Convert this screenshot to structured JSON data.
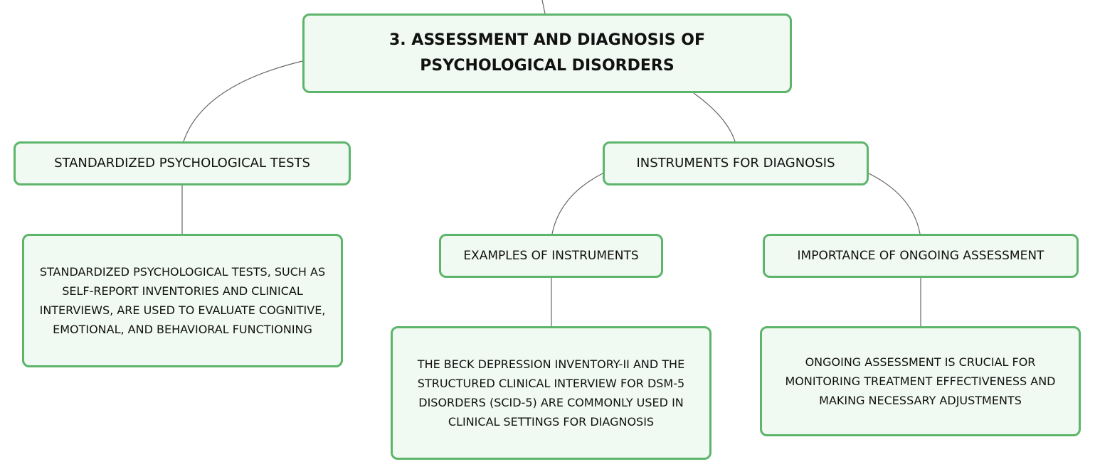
{
  "map": {
    "root": {
      "title": "3. ASSESSMENT AND DIAGNOSIS OF PSYCHOLOGICAL DISORDERS"
    },
    "standardized_tests": {
      "title": "STANDARDIZED PSYCHOLOGICAL TESTS",
      "description": "STANDARDIZED PSYCHOLOGICAL TESTS, SUCH AS SELF-REPORT INVENTORIES AND CLINICAL INTERVIEWS, ARE USED TO EVALUATE COGNITIVE, EMOTIONAL, AND BEHAVIORAL FUNCTIONING"
    },
    "instruments": {
      "title": "INSTRUMENTS FOR DIAGNOSIS",
      "examples": {
        "title": "EXAMPLES OF INSTRUMENTS",
        "description": "THE BECK DEPRESSION INVENTORY-II AND THE STRUCTURED CLINICAL INTERVIEW FOR DSM-5 DISORDERS (SCID-5) ARE COMMONLY USED IN CLINICAL SETTINGS FOR DIAGNOSIS"
      },
      "ongoing": {
        "title": "IMPORTANCE OF ONGOING ASSESSMENT",
        "description": "ONGOING ASSESSMENT IS CRUCIAL FOR MONITORING TREATMENT EFFECTIVENESS AND MAKING NECESSARY ADJUSTMENTS"
      }
    }
  },
  "colors": {
    "node_border": "#5cb56a",
    "node_fill": "#f0f9f2",
    "connector": "#666666"
  }
}
